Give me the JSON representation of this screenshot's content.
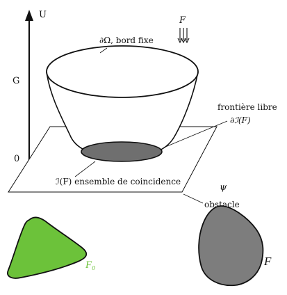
{
  "diagram": {
    "labels": {
      "axis_label": "U",
      "level_label": "G",
      "zero_label": "0",
      "force_label": "F",
      "boundary_label": "∂Ω, bord fixe",
      "free_boundary_label": "frontière libre",
      "free_boundary_symbol": "∂ℐ(F)",
      "coincidence_label": "ℐ(F)  ensemble de coincidence",
      "psi_label": "ψ",
      "obstacle_label": "obstacle",
      "shape_green_label": "F₀",
      "shape_gray_label": "F"
    },
    "colors": {
      "stroke": "#111111",
      "coincidence_fill": "#6f6f6f",
      "green_shape_fill": "#6cc23a",
      "green_label": "#6cc23a",
      "gray_shape_fill": "#7d7d7d",
      "background": "#ffffff"
    },
    "icons": {
      "force": "down-arrows-icon",
      "axis": "up-arrow-icon"
    }
  }
}
